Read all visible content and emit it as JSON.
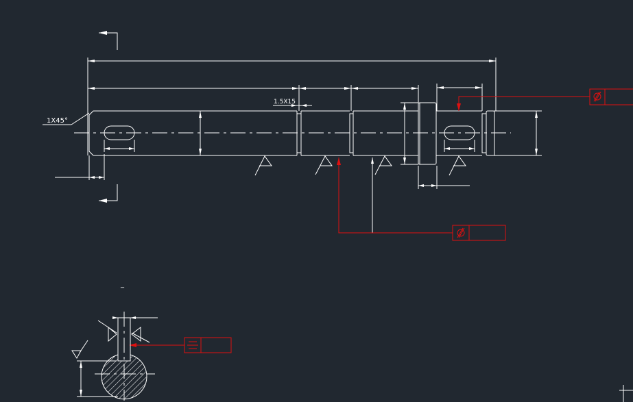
{
  "drawing": {
    "chamfer_note": "1X45°",
    "thread_note": "1.5X15",
    "bottom_left_tick": "_"
  },
  "colors": {
    "background": "#212830",
    "lines": "#ffffff",
    "annotation": "#e01010"
  },
  "feature_control_frames": [
    {
      "symbol": "cylindricity",
      "value": ""
    },
    {
      "symbol": "cylindricity",
      "value": ""
    },
    {
      "symbol": "symmetry",
      "value": ""
    }
  ],
  "icons": [
    "section-arrow-icon",
    "surface-finish-icon",
    "leader-arrow-icon"
  ]
}
